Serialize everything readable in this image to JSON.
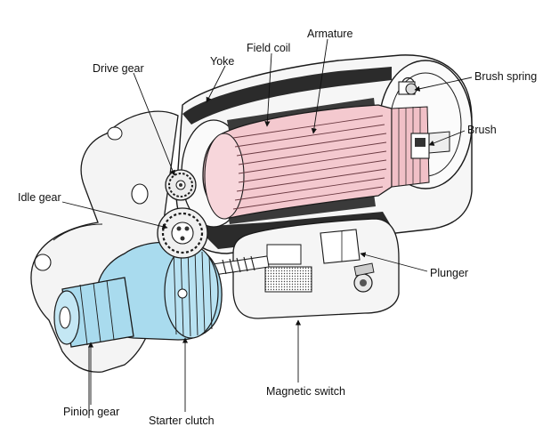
{
  "labels": {
    "armature": "Armature",
    "field_coil": "Field coil",
    "yoke": "Yoke",
    "drive_gear": "Drive gear",
    "brush_spring": "Brush spring",
    "brush": "Brush",
    "idle_gear": "Idle gear",
    "plunger": "Plunger",
    "magnetic_switch": "Magnetic switch",
    "pinion_gear": "Pinion gear",
    "starter_clutch": "Starter clutch"
  },
  "colors": {
    "armature_fill": "#f4c9cf",
    "clutch_fill": "#a9dbee",
    "housing_fill": "#f3f3f3",
    "line": "#1a1a1a",
    "winding": "#2a2a2a"
  }
}
